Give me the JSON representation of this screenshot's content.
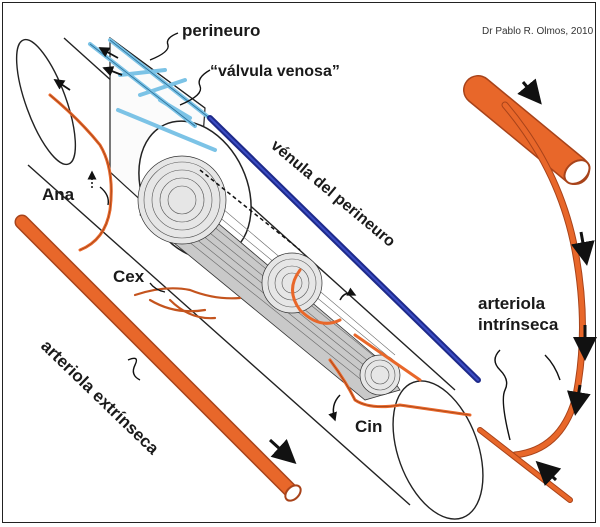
{
  "credit": "Dr Pablo R. Olmos, 2010",
  "labels": {
    "perineuro": "perineuro",
    "valvula_venosa": "“válvula venosa”",
    "venula_del_perineuro": "vénula del perineuro",
    "ana": "Ana",
    "cex": "Cex",
    "cin": "Cin",
    "arteriola_intrinseca_line1": "arteriola",
    "arteriola_intrinseca_line2": "intrínseca",
    "arteriola_extrinseca": "arteriola extrínseca"
  },
  "colors": {
    "artery": "#e8672a",
    "artery_dark": "#a8431a",
    "venule": "#1e2a8a",
    "perineurial_vessel": "#7cc3e6",
    "fascicle": "#9a9a9a",
    "outline": "#222222"
  }
}
